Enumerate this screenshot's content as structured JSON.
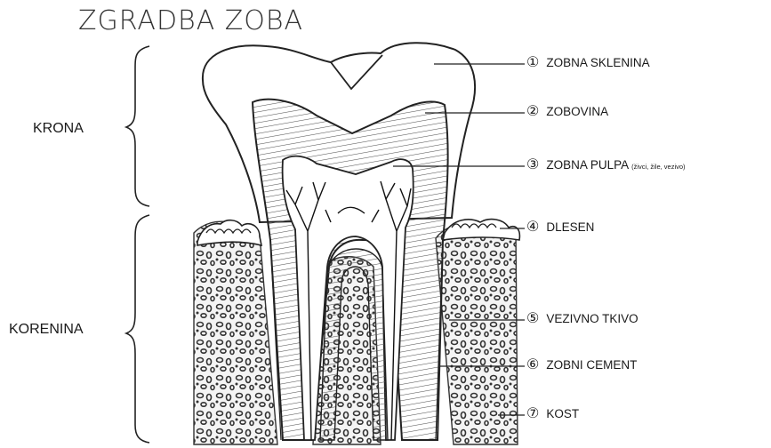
{
  "title": "ZGRADBA ZOBA",
  "regions": {
    "crown": "KRONA",
    "root": "KORENINA"
  },
  "labels": [
    {
      "num": "①",
      "text": "ZOBNA SKLENINA",
      "note": ""
    },
    {
      "num": "②",
      "text": "ZOBOVINA",
      "note": ""
    },
    {
      "num": "③",
      "text": "ZOBNA PULPA",
      "note": "(živci, žile, vezivo)"
    },
    {
      "num": "④",
      "text": "DLESEN",
      "note": ""
    },
    {
      "num": "⑤",
      "text": "VEZIVNO TKIVO",
      "note": ""
    },
    {
      "num": "⑥",
      "text": "ZOBNI CEMENT",
      "note": ""
    },
    {
      "num": "⑦",
      "text": "KOST",
      "note": ""
    }
  ]
}
